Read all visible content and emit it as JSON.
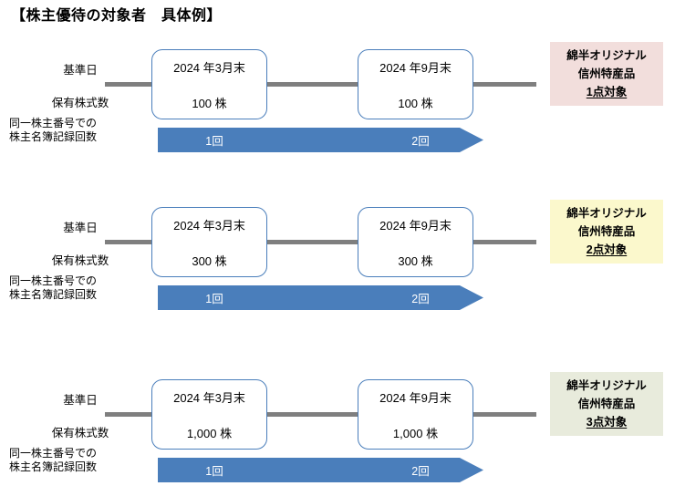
{
  "title": "【株主優待の対象者　具体例】",
  "row_labels": {
    "record_date": "基準日",
    "shares_held": "保有株式数",
    "count_line1": "同一株主番号での",
    "count_line2": "株主名簿記録回数"
  },
  "colors": {
    "timeline": "#7f7f7f",
    "box_border": "#4a7ebb",
    "arrow": "#4a7ebb",
    "benefit_pink": "#f2dedc",
    "benefit_yellow": "#fbf8cc",
    "benefit_green": "#e8ebdc"
  },
  "groups": [
    {
      "name": "group-100",
      "milestones": [
        {
          "date": "2024 年3月末",
          "shares": "100 株",
          "count": "1回"
        },
        {
          "date": "2024 年9月末",
          "shares": "100 株",
          "count": "2回"
        }
      ],
      "benefit": {
        "line1": "綿半オリジナル",
        "line2": "信州特産品",
        "line3": "1点対象",
        "background": "#f2dedc"
      }
    },
    {
      "name": "group-300",
      "milestones": [
        {
          "date": "2024 年3月末",
          "shares": "300 株",
          "count": "1回"
        },
        {
          "date": "2024 年9月末",
          "shares": "300 株",
          "count": "2回"
        }
      ],
      "benefit": {
        "line1": "綿半オリジナル",
        "line2": "信州特産品",
        "line3": "2点対象",
        "background": "#fbf8cc"
      }
    },
    {
      "name": "group-1000",
      "milestones": [
        {
          "date": "2024 年3月末",
          "shares": "1,000 株",
          "count": "1回"
        },
        {
          "date": "2024 年9月末",
          "shares": "1,000 株",
          "count": "2回"
        }
      ],
      "benefit": {
        "line1": "綿半オリジナル",
        "line2": "信州特産品",
        "line3": "3点対象",
        "background": "#e8ebdc"
      }
    }
  ]
}
